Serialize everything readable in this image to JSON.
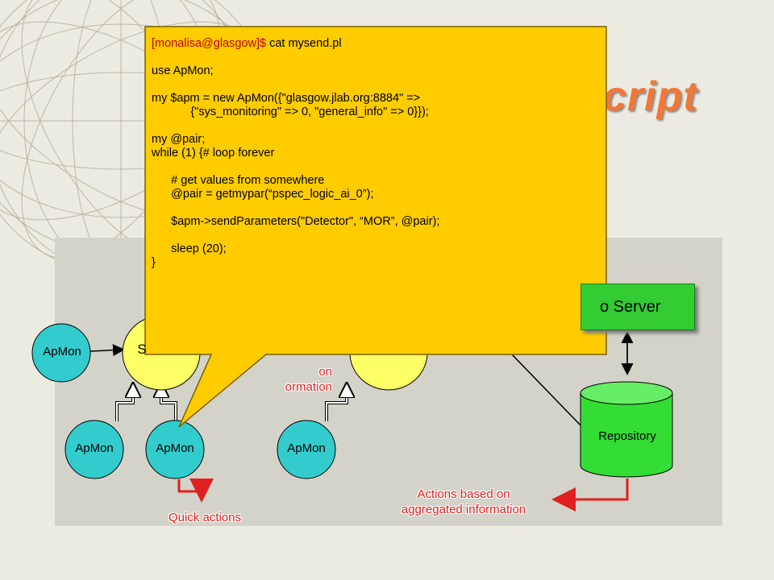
{
  "title_fragment": "cript",
  "callout": {
    "prompt": "[monalisa@glasgow]$",
    "command": " cat mysend.pl",
    "lines": [
      "use ApMon;",
      "my $apm = new ApMon({\"glasgow.jlab.org:8884\" =>",
      "            {\"sys_monitoring\" => 0, \"general_info\" => 0}});",
      "my @pair;",
      "while (1) {# loop forever",
      "      # get values from somewhere",
      "      @pair = getmypar(“pspec_logic_ai_0”);",
      "      $apm->sendParameters(\"Detector\", “MOR”, @pair);",
      "      sleep (20);",
      "}"
    ]
  },
  "nodes": {
    "apmon_left": "ApMon",
    "apmon_b1": "ApMon",
    "apmon_b2": "ApMon",
    "apmon_b3": "ApMon",
    "service_partial": "S",
    "server_partial": "o Server",
    "repository": "Repository"
  },
  "notes": {
    "quick_actions": "Quick actions",
    "aggregated_line1": "Actions based on",
    "aggregated_line2": "aggregated information",
    "partial_line1": "on",
    "partial_line2": "ormation"
  },
  "colors": {
    "callout_fill": "#ffcc00",
    "apmon_fill": "#33cccc",
    "service_fill": "#ffff66",
    "server_fill": "#33cc33",
    "note_red": "#e02020"
  }
}
